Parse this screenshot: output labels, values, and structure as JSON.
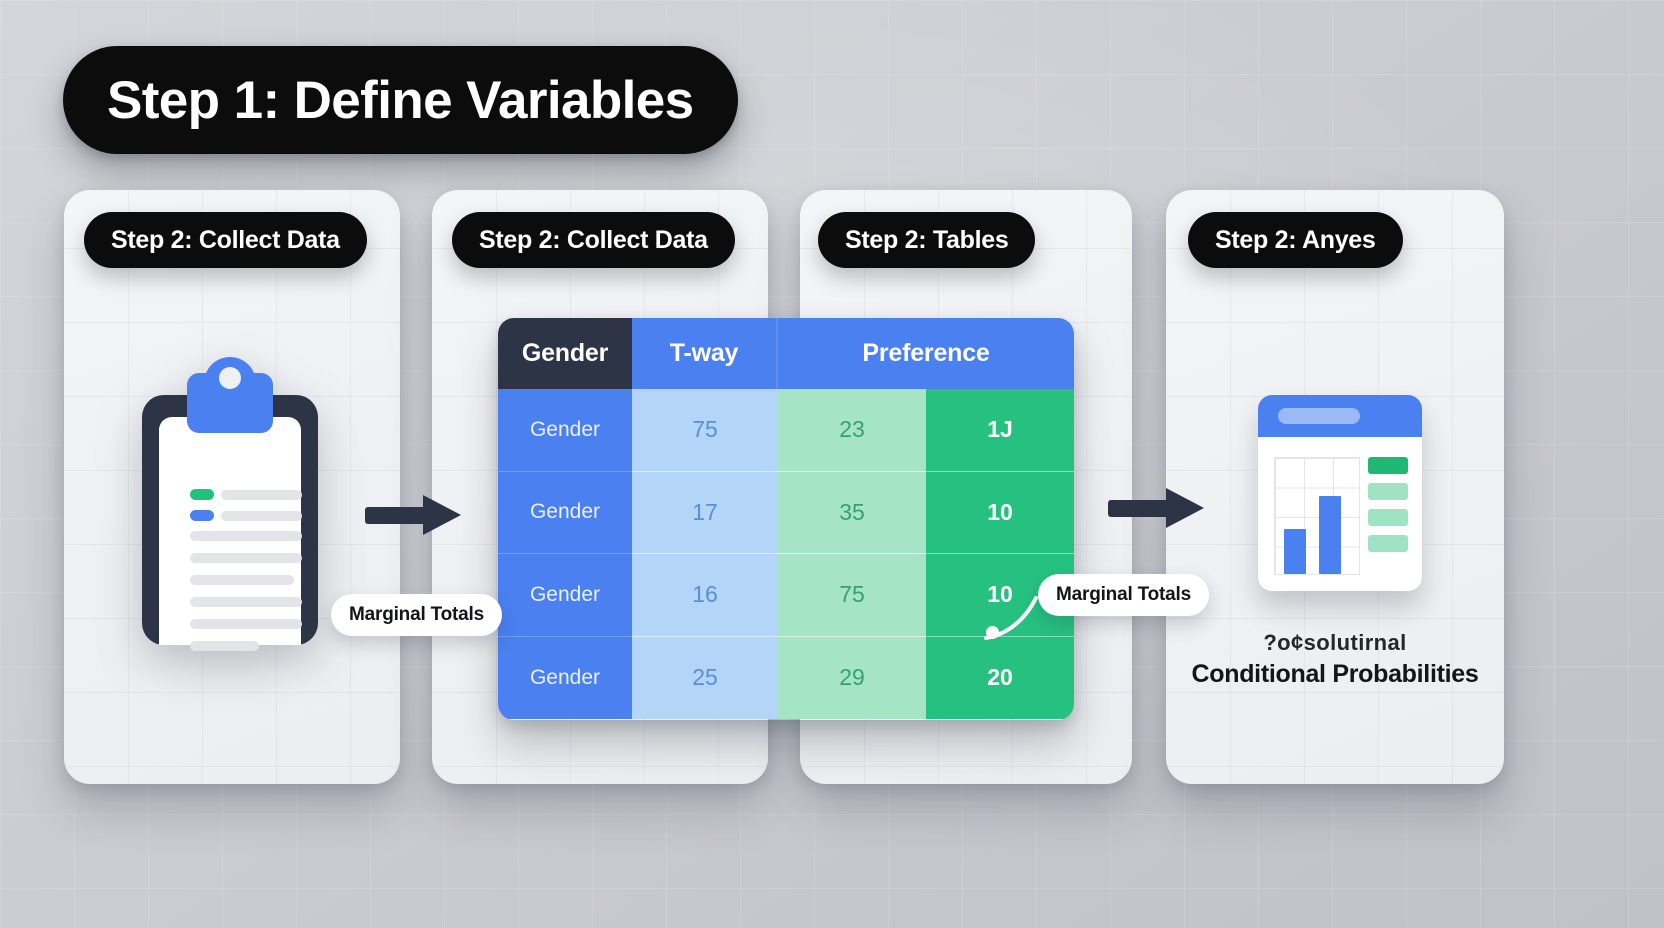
{
  "title": {
    "text": "Step 1: Define Variables"
  },
  "cards": [
    {
      "header": "Step 2: Collect Data",
      "icon": "clipboard-icon"
    },
    {
      "header": "Step 2: Collect Data",
      "icon": "contingency-table"
    },
    {
      "header": "Step 2: Tables",
      "icon": "none"
    },
    {
      "header": "Step 2: Anyes",
      "icon": "chart-card-icon"
    }
  ],
  "table": {
    "headers": [
      "Gender",
      "T-way",
      "Preference"
    ],
    "rows": [
      {
        "label": "Gender",
        "v1": "75",
        "v2": "23",
        "v3": "1J"
      },
      {
        "label": "Gender",
        "v1": "17",
        "v2": "35",
        "v3": "10"
      },
      {
        "label": "Gender",
        "v1": "16",
        "v2": "75",
        "v3": "10"
      },
      {
        "label": "Gender",
        "v1": "25",
        "v2": "29",
        "v3": "20"
      }
    ]
  },
  "callouts": {
    "left": "Marginal Totals",
    "right": "Marginal Totals"
  },
  "right_card": {
    "caption_line1": "?o¢solutirnal",
    "caption_line2": "Conditional Probabilities"
  },
  "colors": {
    "background": "#c9ccd1",
    "pill_dark": "#0c0c0d",
    "blue": "#4a80ef",
    "blue_light": "#b3d5f8",
    "green": "#26c181",
    "green_light": "#a5e5c6",
    "navy": "#2d3446"
  }
}
